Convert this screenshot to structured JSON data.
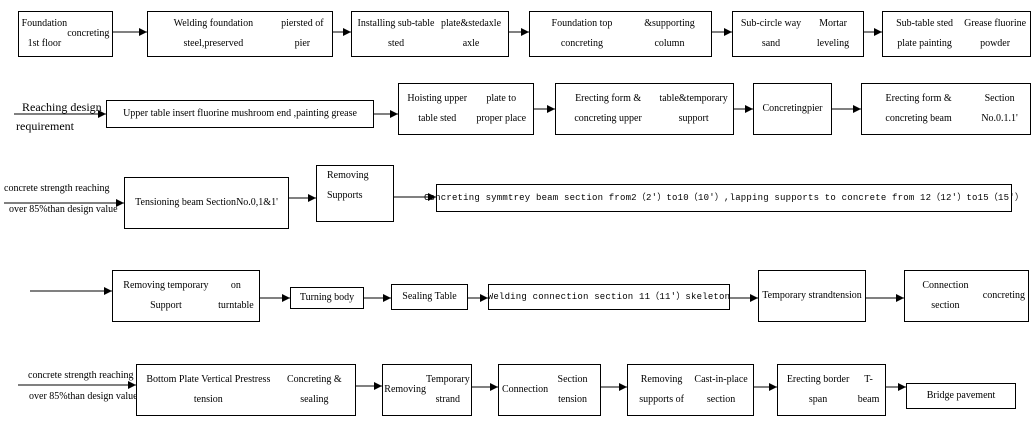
{
  "rows": [
    {
      "boxes": [
        {
          "lines": [
            "Foundation 1st floor",
            "concreting"
          ]
        },
        {
          "lines": [
            "Welding foundation steel,preserved",
            "piersted of pier"
          ]
        },
        {
          "lines": [
            "Installing sub-table sted",
            "plate&stedaxle axle"
          ]
        },
        {
          "lines": [
            "Foundation top concreting",
            "&supporting column"
          ]
        },
        {
          "lines": [
            "Sub-circle way sand",
            "Mortar leveling"
          ]
        },
        {
          "lines": [
            "Sub-table sted plate painting",
            "Grease fluorine powder"
          ]
        }
      ]
    },
    {
      "entry_label": [
        "Reaching design",
        "requirement"
      ],
      "boxes": [
        {
          "lines": [
            "Upper table insert fluorine mushroom end ,painting grease"
          ]
        },
        {
          "lines": [
            "Hoisting upper table sted",
            "plate to proper place"
          ]
        },
        {
          "lines": [
            "Erecting form & concreting upper",
            "table&temporary support"
          ]
        },
        {
          "lines": [
            "Concreting",
            "pier"
          ]
        },
        {
          "lines": [
            "Erecting form & concreting beam",
            "Section No.0.1.1'"
          ]
        }
      ]
    },
    {
      "entry_label": [
        "concrete strength reaching",
        "over 85%than design value"
      ],
      "boxes": [
        {
          "lines": [
            "Tensioning beam Section",
            "No.0,1&1'"
          ]
        },
        {
          "lines": [
            "Removing",
            "Supports"
          ]
        },
        {
          "lines": [
            "Concreting symmtrey beam section from2（2ʹ）to10（10ʹ）,lapping supports to concrete from 12（12ʹ）to15（15ʹ）"
          ]
        }
      ]
    },
    {
      "boxes": [
        {
          "lines": [
            "Removing temporary Support",
            "on turntable"
          ]
        },
        {
          "lines": [
            "Turning body"
          ]
        },
        {
          "lines": [
            "Sealing Table"
          ]
        },
        {
          "lines": [
            "Welding connection section 11（11ʹ）skeleton"
          ]
        },
        {
          "lines": [
            "Temporary strand",
            "tension"
          ]
        },
        {
          "lines": [
            "Connection section",
            "concreting"
          ]
        }
      ]
    },
    {
      "entry_label": [
        "concrete strength reaching",
        "over 85%than design value"
      ],
      "boxes": [
        {
          "lines": [
            "Bottom Plate Vertical Prestress tension",
            "Concreting & sealing"
          ]
        },
        {
          "lines": [
            "Removing",
            "Temporary strand"
          ]
        },
        {
          "lines": [
            "Connection",
            "Section tension"
          ]
        },
        {
          "lines": [
            "Removing supports of",
            "Cast-in-place section"
          ]
        },
        {
          "lines": [
            "Erecting border span",
            "T-beam"
          ]
        },
        {
          "lines": [
            "Bridge pavement"
          ]
        }
      ]
    }
  ]
}
